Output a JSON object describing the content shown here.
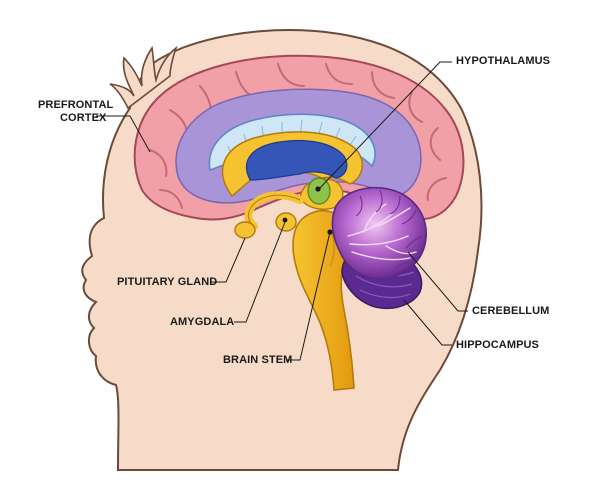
{
  "labels": {
    "prefrontal_cortex_1": "PREFRONTAL",
    "prefrontal_cortex_2": "CORTEX",
    "hypothalamus": "HYPOTHALAMUS",
    "pituitary_gland": "PITUITARY GLAND",
    "amygdala": "AMYGDALA",
    "brain_stem": "BRAIN STEM",
    "cerebellum": "CEREBELLUM",
    "hippocampus": "HIPPOCAMPUS"
  },
  "colors": {
    "skin": "#f6dcc8",
    "outline": "#6b4a3a",
    "cortex": "#f0a0a6",
    "cortex_dark": "#c46a78",
    "white_matter": "#a994d8",
    "corpus_callosum": "#cfe6f6",
    "ventricle": "#3456b8",
    "limbic": "#f5c230",
    "hypothalamus": "#8ec24a",
    "cerebellum": "#8a3aa8",
    "hippocampus": "#5a2a90",
    "leader_line": "#1a1a1a"
  }
}
